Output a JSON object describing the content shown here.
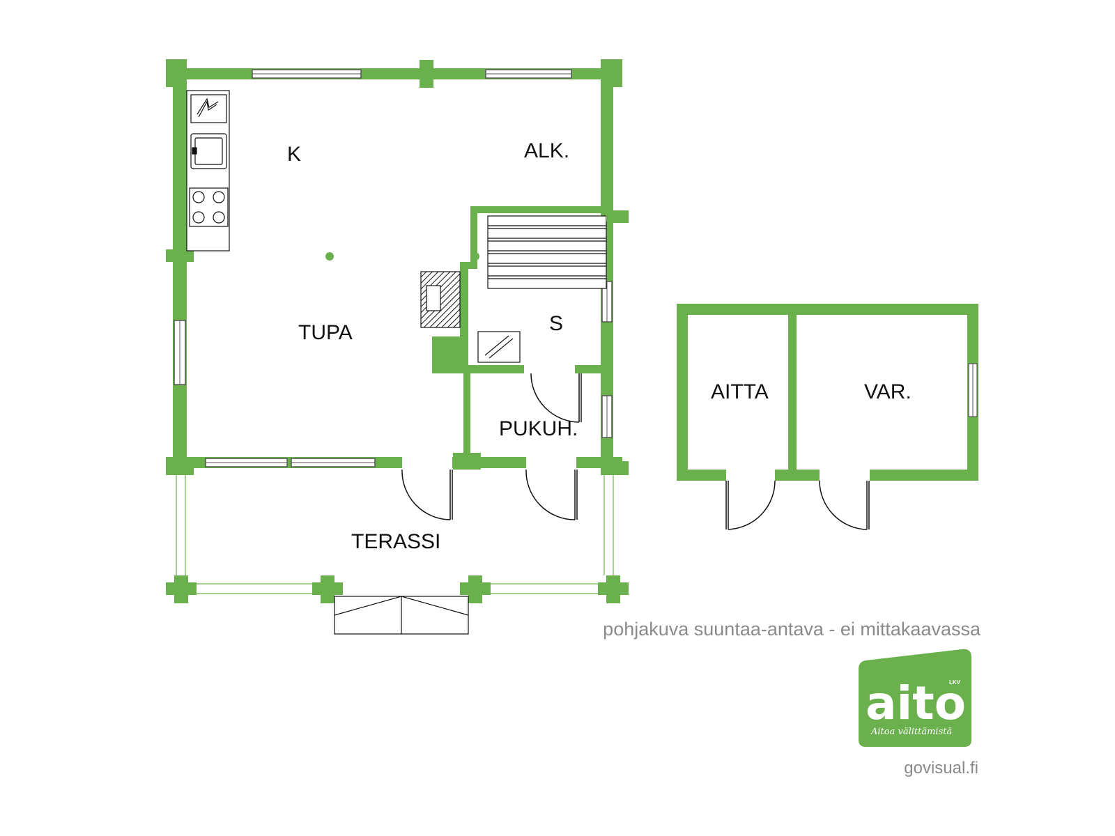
{
  "colors": {
    "wall": "#6ab04c",
    "line": "#111111",
    "note": "#8a8a8a",
    "logo_bg": "#6ab04c"
  },
  "rooms": {
    "kitchen": "K",
    "alcove": "ALK.",
    "living": "TUPA",
    "sauna": "S",
    "dressing": "PUKUH.",
    "terrace": "TERASSI",
    "storehouse": "AITTA",
    "storage": "VAR."
  },
  "note": "pohjakuva suuntaa-antava - ei mittakaavassa",
  "credit": "govisual.fi",
  "logo": {
    "word": "aito",
    "badge": "LKV",
    "tagline": "Aitoa välittämistä"
  },
  "icons": [
    "electric-panel-icon",
    "sink-icon",
    "stove-icon",
    "fireplace-icon"
  ]
}
